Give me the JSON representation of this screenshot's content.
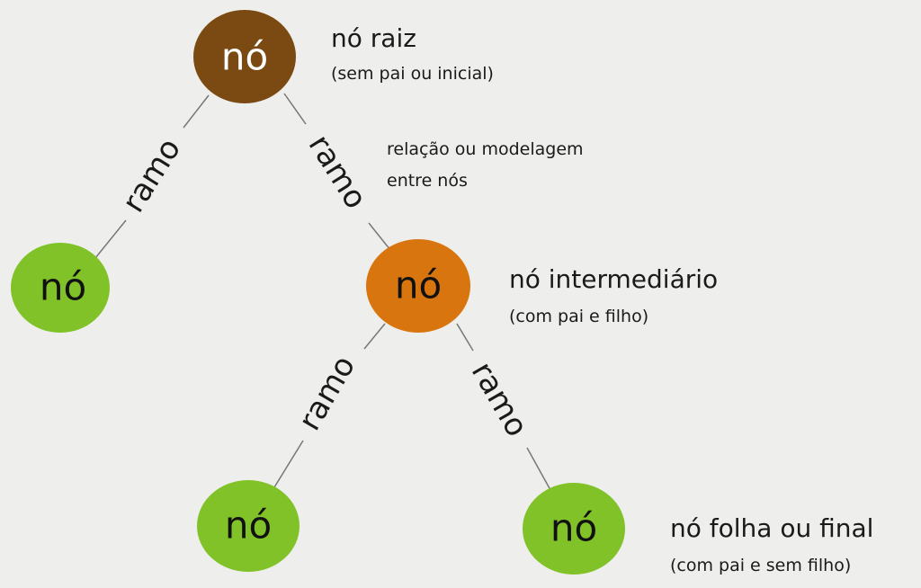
{
  "colors": {
    "root": "#7a4a12",
    "intermediate": "#d8750f",
    "leaf": "#80c228",
    "line": "#777777",
    "text": "#1a1a1a"
  },
  "nodes": {
    "root": {
      "label": "nó"
    },
    "left_leaf": {
      "label": "nó"
    },
    "intermediate": {
      "label": "nó"
    },
    "bottom_left_leaf": {
      "label": "nó"
    },
    "bottom_right_leaf": {
      "label": "nó"
    }
  },
  "branches": [
    "ramo",
    "ramo",
    "ramo",
    "ramo"
  ],
  "annotations": {
    "root_title": "nó raiz",
    "root_sub": "(sem pai ou inicial)",
    "branch_line1": "relação ou modelagem",
    "branch_line2": "entre nós",
    "intermediate_title": "nó intermediário",
    "intermediate_sub": "(com pai e filho)",
    "leaf_title": "nó folha ou final",
    "leaf_sub": "(com pai e sem filho)"
  }
}
